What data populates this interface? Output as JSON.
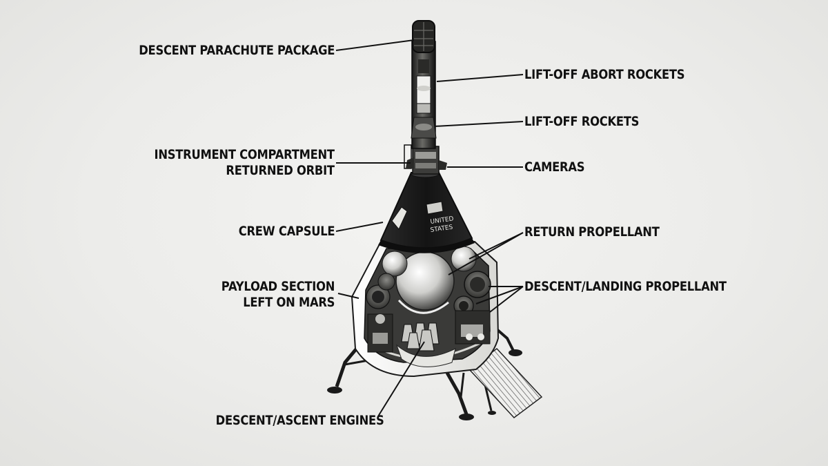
{
  "labels": {
    "descent_parachute_package": "DESCENT PARACHUTE PACKAGE",
    "lift_off_abort_rockets": "LIFT-OFF ABORT ROCKETS",
    "lift_off_rockets": "LIFT-OFF ROCKETS",
    "instrument_compartment_line1": "INSTRUMENT COMPARTMENT",
    "instrument_compartment_line2": "RETURNED ORBIT",
    "cameras": "CAMERAS",
    "crew_capsule": "CREW CAPSULE",
    "return_propellant": "RETURN PROPELLANT",
    "payload_section_line1": "PAYLOAD SECTION",
    "payload_section_line2": "LEFT ON MARS",
    "descent_landing_propellant": "DESCENT/LANDING PROPELLANT",
    "descent_ascent_engines": "DESCENT/ASCENT ENGINES"
  },
  "capsule_marking": {
    "line1": "UNITED",
    "line2": "STATES"
  },
  "colors": {
    "background": "#ececea",
    "ink": "#111111",
    "hull_dark": "#1c1c1c",
    "hull_light": "#f4f4f2"
  }
}
